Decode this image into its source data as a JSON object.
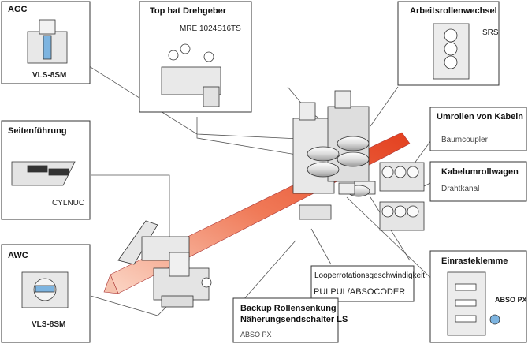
{
  "callouts": {
    "agc": {
      "title": "AGC",
      "part": "VLS-8SM"
    },
    "top_hat": {
      "title": "Top hat Drehgeber",
      "part": "MRE 1024S16TS"
    },
    "arbeitsrollen": {
      "title": "Arbeitsrollenwechsel",
      "part": "SRS"
    },
    "seitenfuehrung": {
      "title": "Seitenführung",
      "part": "CYLNUC"
    },
    "umrollen": {
      "title": "Umrollen von Kabeln",
      "part": "Baumcoupler"
    },
    "kabelumroll": {
      "title": "Kabelumrollwagen",
      "part": "Drahtkanal"
    },
    "awc": {
      "title": "AWC",
      "part": "VLS-8SM"
    },
    "looper": {
      "title": "Looperrotationsgeschwindigkeit",
      "part": "PULPUL/ABSOCODER"
    },
    "backup": {
      "title_line1": "Backup Rollensenkung",
      "title_line2": "Näherungsendschalter LS",
      "part": "ABSO PX"
    },
    "einrast": {
      "title": "Einrasteklemme",
      "part": "ABSO PX"
    }
  },
  "colors": {
    "strip": "#e8492c",
    "strip_light": "#f7a07f",
    "machine": "#e6e6e6",
    "outline": "#333333",
    "leader": "#555555"
  }
}
